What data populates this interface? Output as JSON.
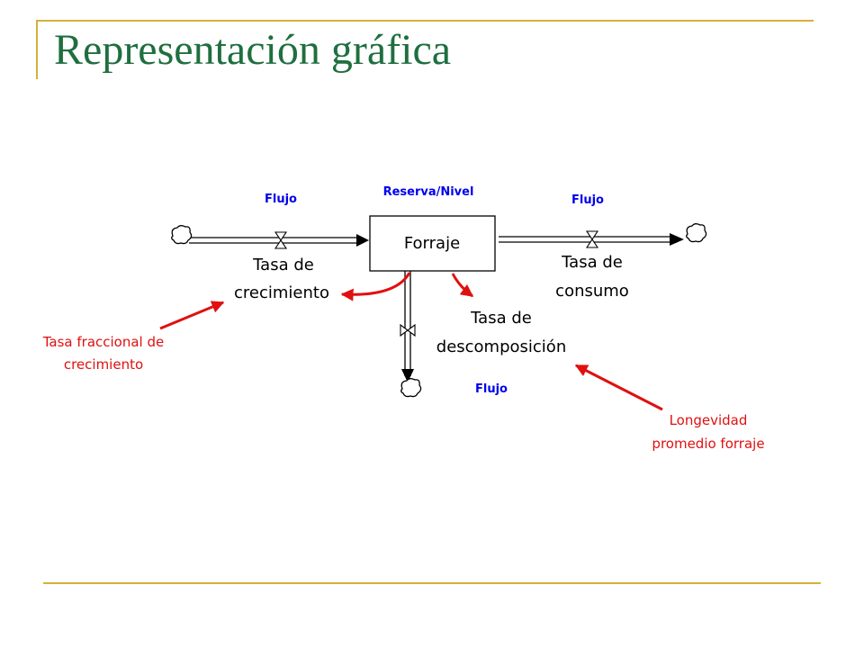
{
  "slide": {
    "title": "Representación gráfica",
    "colors": {
      "title": "#1f6f3f",
      "accent_rule": "#d4b13a",
      "flow_label": "#0000ee",
      "link_arrow": "#e01010"
    }
  },
  "diagram": {
    "stock": {
      "header": "Reserva/Nivel",
      "name": "Forraje"
    },
    "flows": [
      {
        "header": "Flujo",
        "name_line1": "Tasa de",
        "name_line2": "crecimiento",
        "direction": "inflow"
      },
      {
        "header": "Flujo",
        "name_line1": "Tasa de",
        "name_line2": "consumo",
        "direction": "outflow"
      },
      {
        "header": "Flujo",
        "name_line1": "Tasa de",
        "name_line2": "descomposición",
        "direction": "outflow"
      }
    ],
    "auxiliaries": [
      {
        "line1": "Tasa fraccional de",
        "line2": "crecimiento",
        "links_to": "Tasa de crecimiento"
      },
      {
        "line1": "Longevidad",
        "line2": "promedio forraje",
        "links_to": "Tasa de descomposición"
      }
    ],
    "icons": [
      "cloud-source-icon",
      "cloud-sink-icon",
      "valve-icon"
    ]
  }
}
